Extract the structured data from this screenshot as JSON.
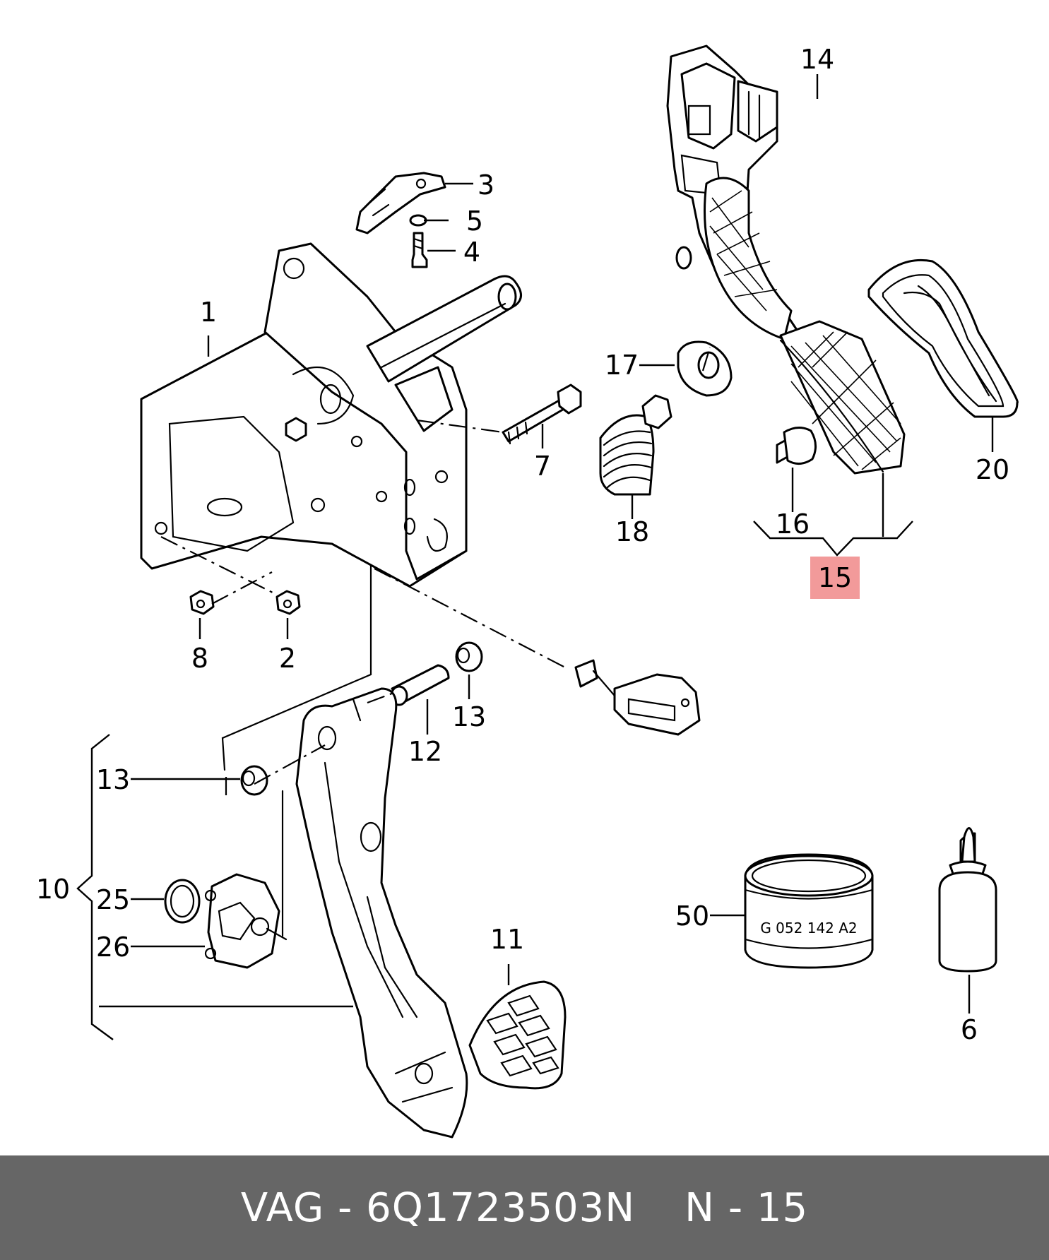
{
  "callouts": {
    "c1": "1",
    "c2": "2",
    "c3": "3",
    "c4": "4",
    "c5": "5",
    "c6": "6",
    "c7": "7",
    "c8": "8",
    "c10": "10",
    "c11": "11",
    "c12": "12",
    "c13a": "13",
    "c13b": "13",
    "c14": "14",
    "c15": "15",
    "c16": "16",
    "c17": "17",
    "c18": "18",
    "c20": "20",
    "c25": "25",
    "c26": "26",
    "c50": "50"
  },
  "can_label": "G 052 142 A2",
  "highlight_color": "#f29a9a",
  "footer": {
    "brand_part": "VAG - 6Q1723503N",
    "ref": "N - 15"
  }
}
